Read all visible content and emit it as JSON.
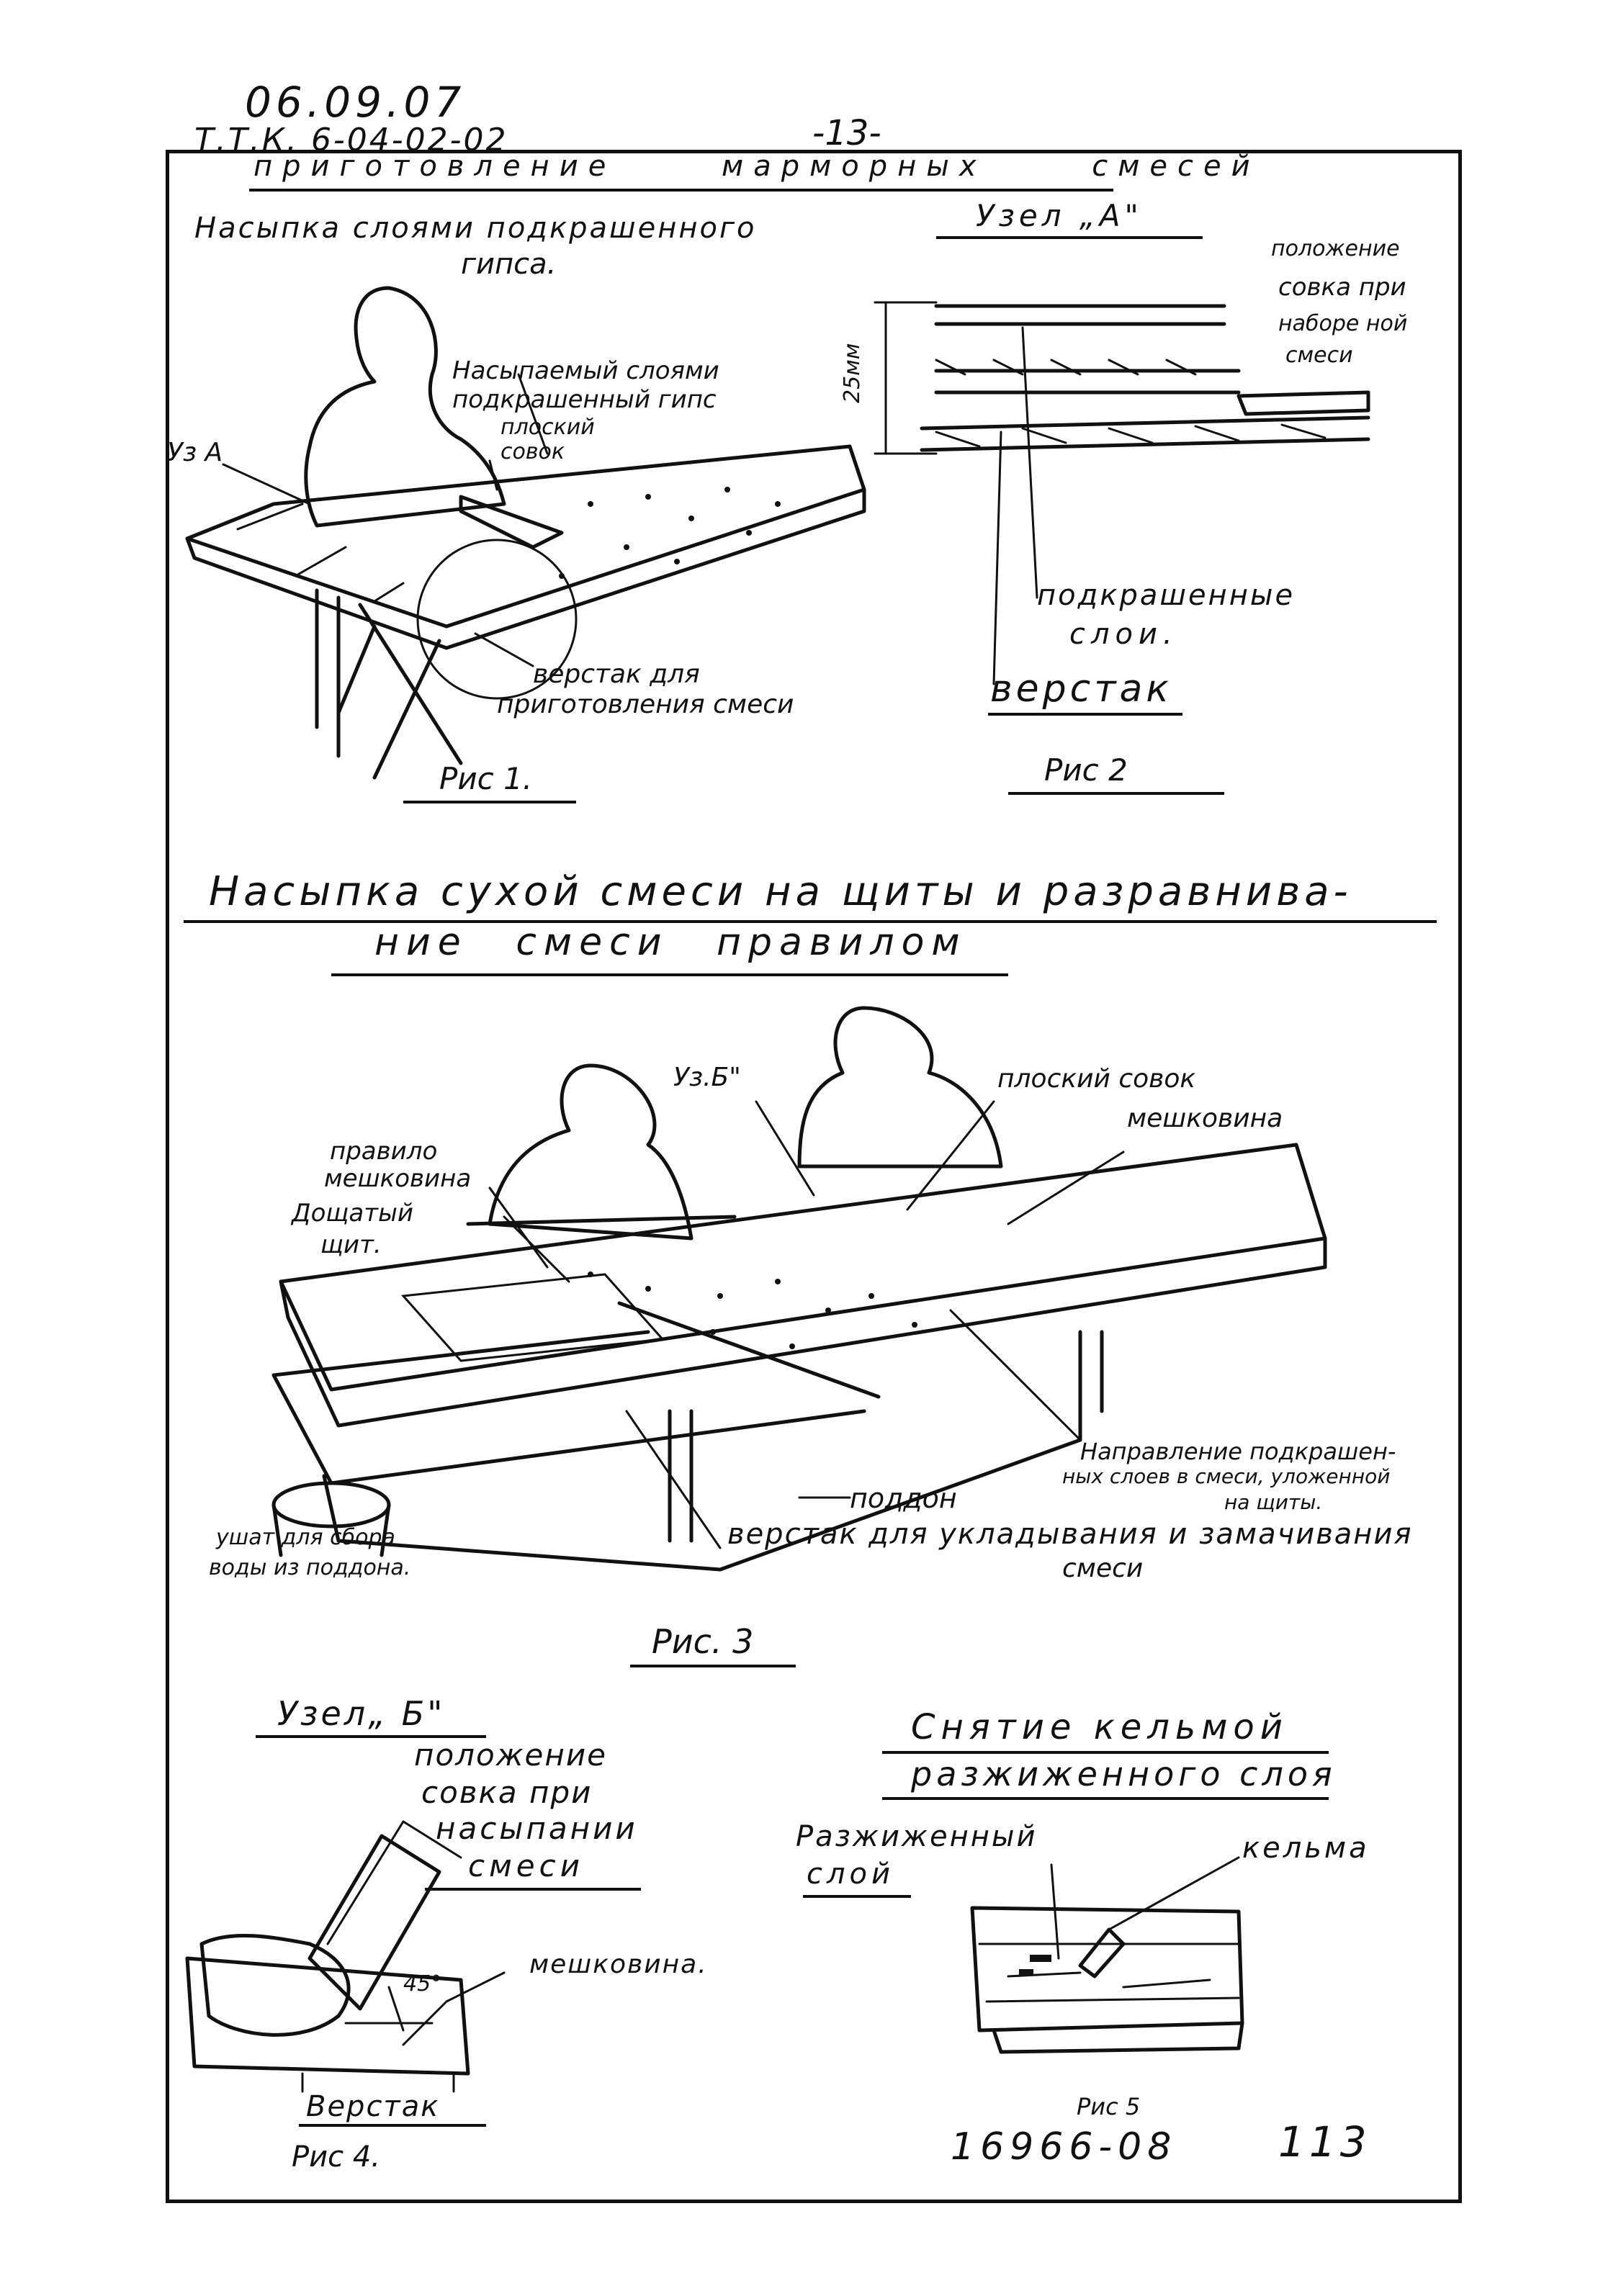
{
  "header": {
    "date": "06.09.07",
    "doc_code": "Т.Т.К. 6-04-02-02",
    "page_number": "-13-",
    "section_title": "приготовление марморных смесей"
  },
  "fig1": {
    "title_line1": "Насыпка слоями подкрашенного",
    "title_line2": "гипса.",
    "label_node": "Уз А",
    "label_poured_1": "Насыпаемый слоями",
    "label_poured_2": "подкрашенный гипс",
    "label_scoop_1": "плоский",
    "label_scoop_2": "совок",
    "label_bench_1": "верстак для",
    "label_bench_2": "приготовления смеси",
    "caption": "Рис 1."
  },
  "fig2": {
    "title": "Узел „А\"",
    "label_pos_1": "положение",
    "label_pos_2": "совка при",
    "label_pos_3": "наборе ной",
    "label_pos_4": "смеси",
    "dimension": "25мм",
    "label_layers_1": "подкрашенные",
    "label_layers_2": "слои.",
    "label_bench": "верстак",
    "caption": "Рис 2"
  },
  "fig3": {
    "title_line1": "Насыпка сухой смеси на щиты и разравнива-",
    "title_line2": "ние смеси правилом",
    "label_node": "Уз.Б\"",
    "label_scoop": "плоский совок",
    "label_burlap_right": "мешковина",
    "label_rule": "правило",
    "label_burlap_left": "мешковина",
    "label_board_1": "Дощатый",
    "label_board_2": "щит.",
    "label_direction_1": "Направление подкрашен-",
    "label_direction_2": "ных слоев в смеси, уложенной",
    "label_direction_3": "на щиты.",
    "label_tray": "поддон",
    "label_bench_1": "верстак для укладывания и замачивания",
    "label_bench_2": "смеси",
    "label_bucket_1": "ушат для сбора",
    "label_bucket_2": "воды из поддона.",
    "caption": "Рис. 3"
  },
  "fig4": {
    "title": "Узел„ Б\"",
    "label_pos_1": "положение",
    "label_pos_2": "совка при",
    "label_pos_3": "насыпании",
    "label_pos_4": "смеси",
    "angle": "45°",
    "label_burlap": "мешковина.",
    "label_bench": "Верстак",
    "caption": "Рис 4."
  },
  "fig5": {
    "title_line1": "Снятие кельмой",
    "title_line2": "разжиженного слоя",
    "label_layer_1": "Разжиженный",
    "label_layer_2": "слой",
    "label_trowel": "кельма",
    "caption": "Рис 5"
  },
  "footer": {
    "doc_number": "16966-08",
    "sheet": "113"
  }
}
